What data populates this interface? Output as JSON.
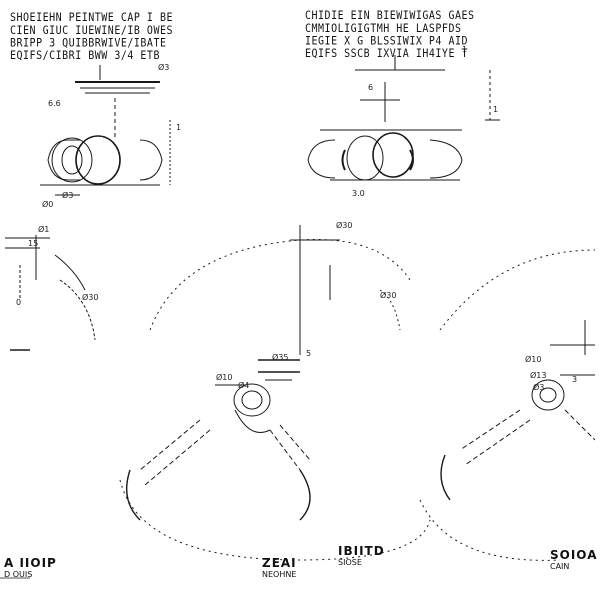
{
  "headers": {
    "left": [
      "SHOEIEHN PEINTWE CAP I BE",
      "CIEN GIUC IUEWINE/IB OWES",
      "BRIPP 3 QUIBBRWIVE/IBATE",
      "EQIFS/CIBRI BWW 3/4 ETB"
    ],
    "right": [
      "CHIDIE EIN BIEWIWIGAS GAES",
      "CMMIOLIGIGTMH HE LASPFDS",
      "IEGIE X G BLSSIWIX P4 AID",
      "EQIFS SSCB IXVIA IH4IYE T"
    ]
  },
  "dimensions": {
    "tl_top": "Ø3",
    "tl_side": "6.6",
    "tl_height": "1",
    "tl_bottom_a": "Ø3",
    "tl_bottom_b": "Ø0",
    "tr_top": "1",
    "tr_side": "6",
    "tr_right": "1",
    "tr_bottom": "3.0",
    "ml_a": "Ø1",
    "ml_b": "15",
    "ml_c": "Ø30",
    "ml_d": "0",
    "mc_top": "Ø30",
    "mc_left": "Ø10",
    "mc_mid": "Ø35",
    "mc_small": "Ø4",
    "mc_side": "5",
    "mc_right": "Ø30",
    "mr_a": "Ø10",
    "mr_b": "Ø13",
    "mr_c": "Ø3",
    "mr_d": "3"
  },
  "logos": [
    {
      "main": "A IIOIP",
      "sub": "D OUIS"
    },
    {
      "main": "ZEAI",
      "sub": "NEOHNE"
    },
    {
      "main": "IBIITD",
      "sub": "SIOSE"
    },
    {
      "main": "SOIOA",
      "sub": "CAIN"
    }
  ]
}
